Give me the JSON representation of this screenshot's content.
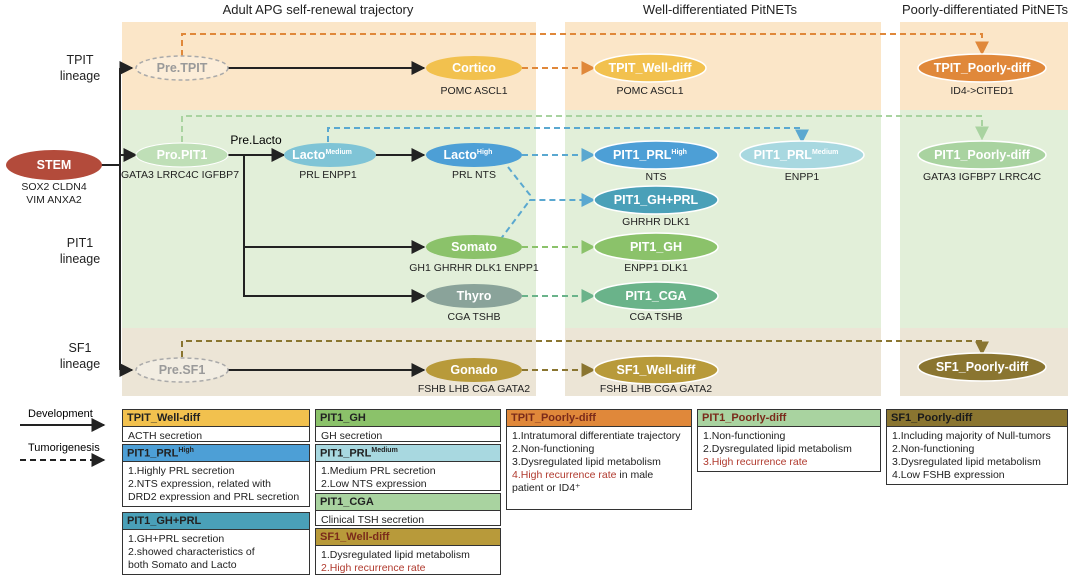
{
  "headers": {
    "adult": "Adult APG self-renewal trajectory",
    "well": "Well-differentiated PitNETs",
    "poorly": "Poorly-differentiated PitNETs"
  },
  "lineages": {
    "tpit": [
      "TPIT",
      "lineage"
    ],
    "pit1": [
      "PIT1",
      "lineage"
    ],
    "sf1": [
      "SF1",
      "lineage"
    ]
  },
  "colors": {
    "tpit_band": "#fbe6c8",
    "pit1_band": "#e2efd9",
    "sf1_band": "#ece5d6",
    "stem": "#b34b3b",
    "cortico": "#f2c14e",
    "tpit_poorly": "#e0883a",
    "lacto": "#7fc4d6",
    "lacto_high": "#4d9fd6",
    "gh_prl": "#4aa0b8",
    "somato": "#8bc26a",
    "thyro": "#8aa39a",
    "pit1_cga": "#6ab38a",
    "gonado": "#b89a3a",
    "sf1_poorly": "#8a7530",
    "arrow_tpit": "#e0883a",
    "arrow_pit1": "#5aa8d0",
    "arrow_somato": "#8bc26a",
    "arrow_sf1": "#8a7530"
  },
  "nodes": {
    "stem": {
      "label": "STEM",
      "markers": [
        "SOX2 CLDN4",
        "VIM ANXA2"
      ]
    },
    "pre_tpit": {
      "label": "Pre.TPIT"
    },
    "cortico": {
      "label": "Cortico",
      "markers": "POMC ASCL1"
    },
    "tpit_well": {
      "label": "TPIT_Well-diff",
      "markers": "POMC ASCL1"
    },
    "tpit_poorly": {
      "label": "TPIT_Poorly-diff",
      "markers": "ID4->CITED1"
    },
    "pro_pit1": {
      "label": "Pro.PIT1",
      "markers": "GATA3 LRRC4C IGFBP7"
    },
    "pre_lacto": {
      "label": "Pre.Lacto"
    },
    "lacto_medium": {
      "label": "Lacto",
      "sup": "Medium",
      "markers": "PRL ENPP1"
    },
    "lacto_high": {
      "label": "Lacto",
      "sup": "High",
      "markers": "PRL NTS"
    },
    "pit1_prl_high": {
      "label": "PIT1_PRL",
      "sup": "High",
      "markers": "NTS"
    },
    "pit1_prl_medium": {
      "label": "PIT1_PRL",
      "sup": "Medium",
      "markers": "ENPP1"
    },
    "pit1_poorly": {
      "label": "PIT1_Poorly-diff",
      "markers": "GATA3 IGFBP7 LRRC4C"
    },
    "pit1_gh_prl": {
      "label": "PIT1_GH+PRL",
      "markers": "GHRHR DLK1"
    },
    "somato": {
      "label": "Somato",
      "markers": "GH1 GHRHR DLK1 ENPP1"
    },
    "pit1_gh": {
      "label": "PIT1_GH",
      "markers": "ENPP1 DLK1"
    },
    "thyro": {
      "label": "Thyro",
      "markers": "CGA TSHB"
    },
    "pit1_cga": {
      "label": "PIT1_CGA",
      "markers": "CGA TSHB"
    },
    "pre_sf1": {
      "label": "Pre.SF1"
    },
    "gonado": {
      "label": "Gonado",
      "markers": "FSHB LHB CGA GATA2"
    },
    "sf1_well": {
      "label": "SF1_Well-diff",
      "markers": "FSHB LHB CGA GATA2"
    },
    "sf1_poorly": {
      "label": "SF1_Poorly-diff"
    }
  },
  "legend": {
    "development": "Development",
    "tumorigenesis": "Tumorigenesis"
  },
  "boxes": {
    "tpit_well": {
      "title": "TPIT_Well-diff",
      "lines": [
        "ACTH secretion"
      ]
    },
    "pit1_prl_high": {
      "title": "PIT1_PRL",
      "sup": "High",
      "lines": [
        "1.Highly PRL secretion",
        "2.NTS expression, related with",
        "DRD2 expression and PRL secretion"
      ]
    },
    "pit1_gh_prl": {
      "title": "PIT1_GH+PRL",
      "lines": [
        "1.GH+PRL secretion",
        "2.showed characteristics of",
        "both Somato and Lacto"
      ]
    },
    "pit1_gh": {
      "title": "PIT1_GH",
      "lines": [
        "GH secretion"
      ]
    },
    "pit1_prl_medium": {
      "title": "PIT1_PRL",
      "sup": "Medium",
      "lines": [
        "1.Medium PRL secretion",
        "2.Low NTS expression"
      ]
    },
    "pit1_cga": {
      "title": "PIT1_CGA",
      "lines": [
        "Clinical TSH secretion"
      ]
    },
    "sf1_well": {
      "title": "SF1_Well-diff",
      "lines": [
        "1.Dysregulated lipid metabolism"
      ],
      "red_lines": [
        "2.High recurrence rate"
      ]
    },
    "tpit_poorly": {
      "title": "TPIT_Poorly-diff",
      "lines": [
        "1.Intratumoral differentiate trajectory",
        "2.Non-functioning",
        "3.Dysregulated lipid metabolism"
      ],
      "red_part": "4.High recurrence rate",
      "tail_part": " in male",
      "tail_line": "patient or ID4⁺"
    },
    "pit1_poorly": {
      "title": "PIT1_Poorly-diff",
      "lines": [
        "1.Non-functioning",
        "2.Dysregulated lipid metabolism"
      ],
      "red_lines": [
        "3.High recurrence rate"
      ]
    },
    "sf1_poorly": {
      "title": "SF1_Poorly-diff",
      "lines": [
        "1.Including majority of Null-tumors",
        "2.Non-functioning",
        "3.Dysregulated lipid metabolism",
        "4.Low FSHB expression"
      ]
    }
  }
}
